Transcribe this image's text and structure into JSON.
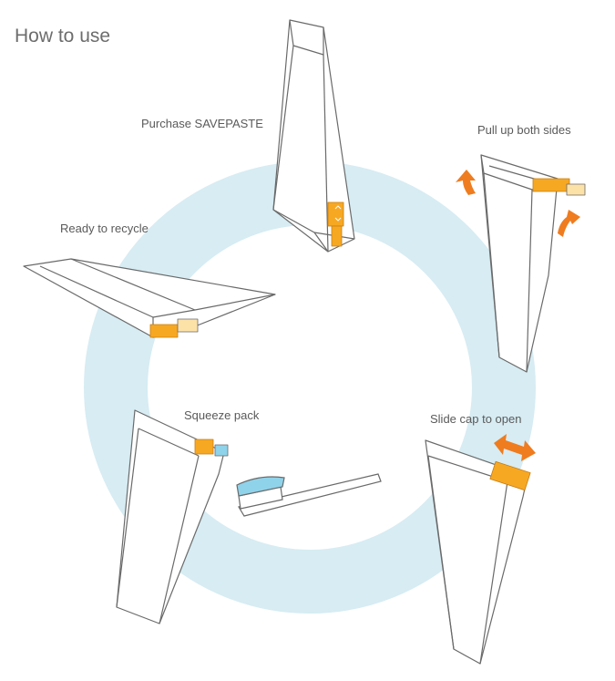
{
  "title": "How to use",
  "colors": {
    "ring": "#d7ecf3",
    "outline": "#6a6a6a",
    "cap": "#f7a823",
    "arrow": "#ef7c1f",
    "paste": "#8fd3ea"
  },
  "steps": [
    {
      "label": "Purchase SAVEPASTE"
    },
    {
      "label": "Pull up both sides",
      "icon": "curved-up-arrows-icon"
    },
    {
      "label": "Slide cap to open",
      "icon": "double-headed-arrow-icon"
    },
    {
      "label": "Squeeze pack",
      "icon": "toothbrush-icon"
    },
    {
      "label": "Ready to recycle"
    }
  ]
}
